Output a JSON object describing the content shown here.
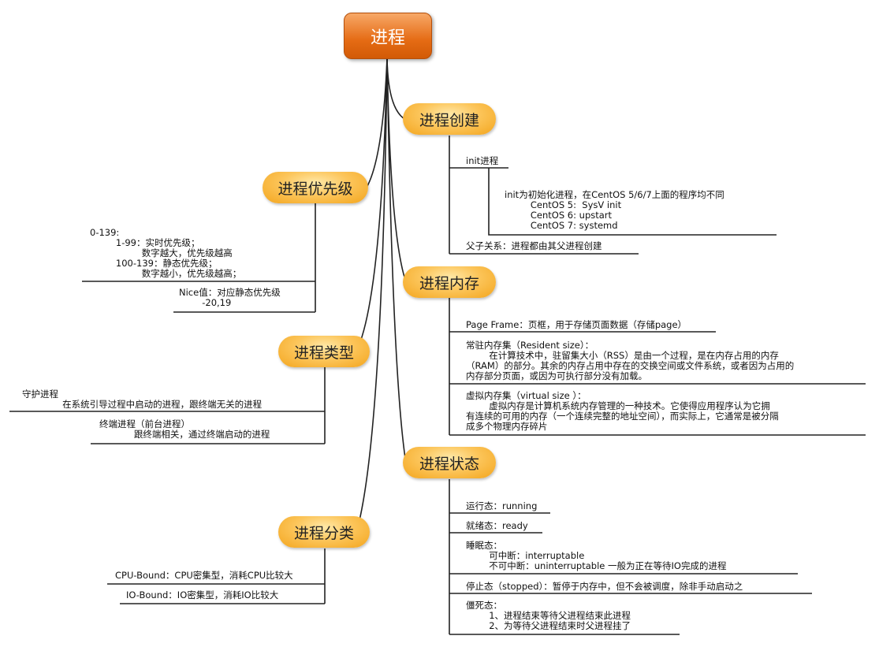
{
  "root": {
    "label": "进程"
  },
  "branches": {
    "create": {
      "label": "进程创建"
    },
    "memory": {
      "label": "进程内存"
    },
    "state": {
      "label": "进程状态"
    },
    "priority": {
      "label": "进程优先级"
    },
    "type": {
      "label": "进程类型"
    },
    "category": {
      "label": "进程分类"
    }
  },
  "create": {
    "init_title": "init进程",
    "init_desc": "init为初始化进程，在CentOS 5/6/7上面的程序均不同\n         CentOS 5:  SysV init\n         CentOS 6: upstart\n         CentOS 7: systemd",
    "parent": "父子关系：进程都由其父进程创建"
  },
  "memory": {
    "page_frame": "Page Frame：页框，用于存储页面数据（存储page）",
    "resident": "常驻内存集（Resident size）：\n        在计算技术中，驻留集大小（RSS）是由一个过程，是在内存占用的内存\n（RAM）的部分。其余的内存占用中存在的交换空间或文件系统，或者因为占用的\n内存部分页面，或因为可执行部分没有加载。",
    "virtual": "虚拟内存集（virtual size ）：\n        虚拟内存是计算机系统内存管理的一种技术。它使得应用程序认为它拥\n有连续的可用的内存（一个连续完整的地址空间），而实际上，它通常是被分隔\n成多个物理内存碎片"
  },
  "state": {
    "running": "运行态：running",
    "ready": "就绪态：ready",
    "sleep": "睡眠态：\n        可中断：interruptable\n        不可中断：uninterruptable 一般为正在等待IO完成的进程",
    "stopped": "停止态（stopped）：暂停于内存中，但不会被调度，除非手动启动之",
    "zombie": "僵死态：\n        1、进程结束等待父进程结束此进程\n        2、为等待父进程结束时父进程挂了"
  },
  "priority": {
    "range": "0-139:\n         1-99：实时优先级；\n                  数字越大，优先级越高\n         100-139：静态优先级；\n                  数字越小，优先级越高；",
    "nice": "Nice值：对应静态优先级\n        -20,19"
  },
  "type": {
    "daemon": "守护进程\n              在系统引导过程中启动的进程，跟终端无关的进程",
    "terminal": "终端进程（前台进程）\n            跟终端相关，通过终端启动的进程"
  },
  "category": {
    "cpu": "CPU-Bound：CPU密集型，消耗CPU比较大",
    "io": "IO-Bound：IO密集型，消耗IO比较大"
  },
  "colors": {
    "root": "#e56b14",
    "branch": "#f7b733",
    "line": "#222222"
  }
}
